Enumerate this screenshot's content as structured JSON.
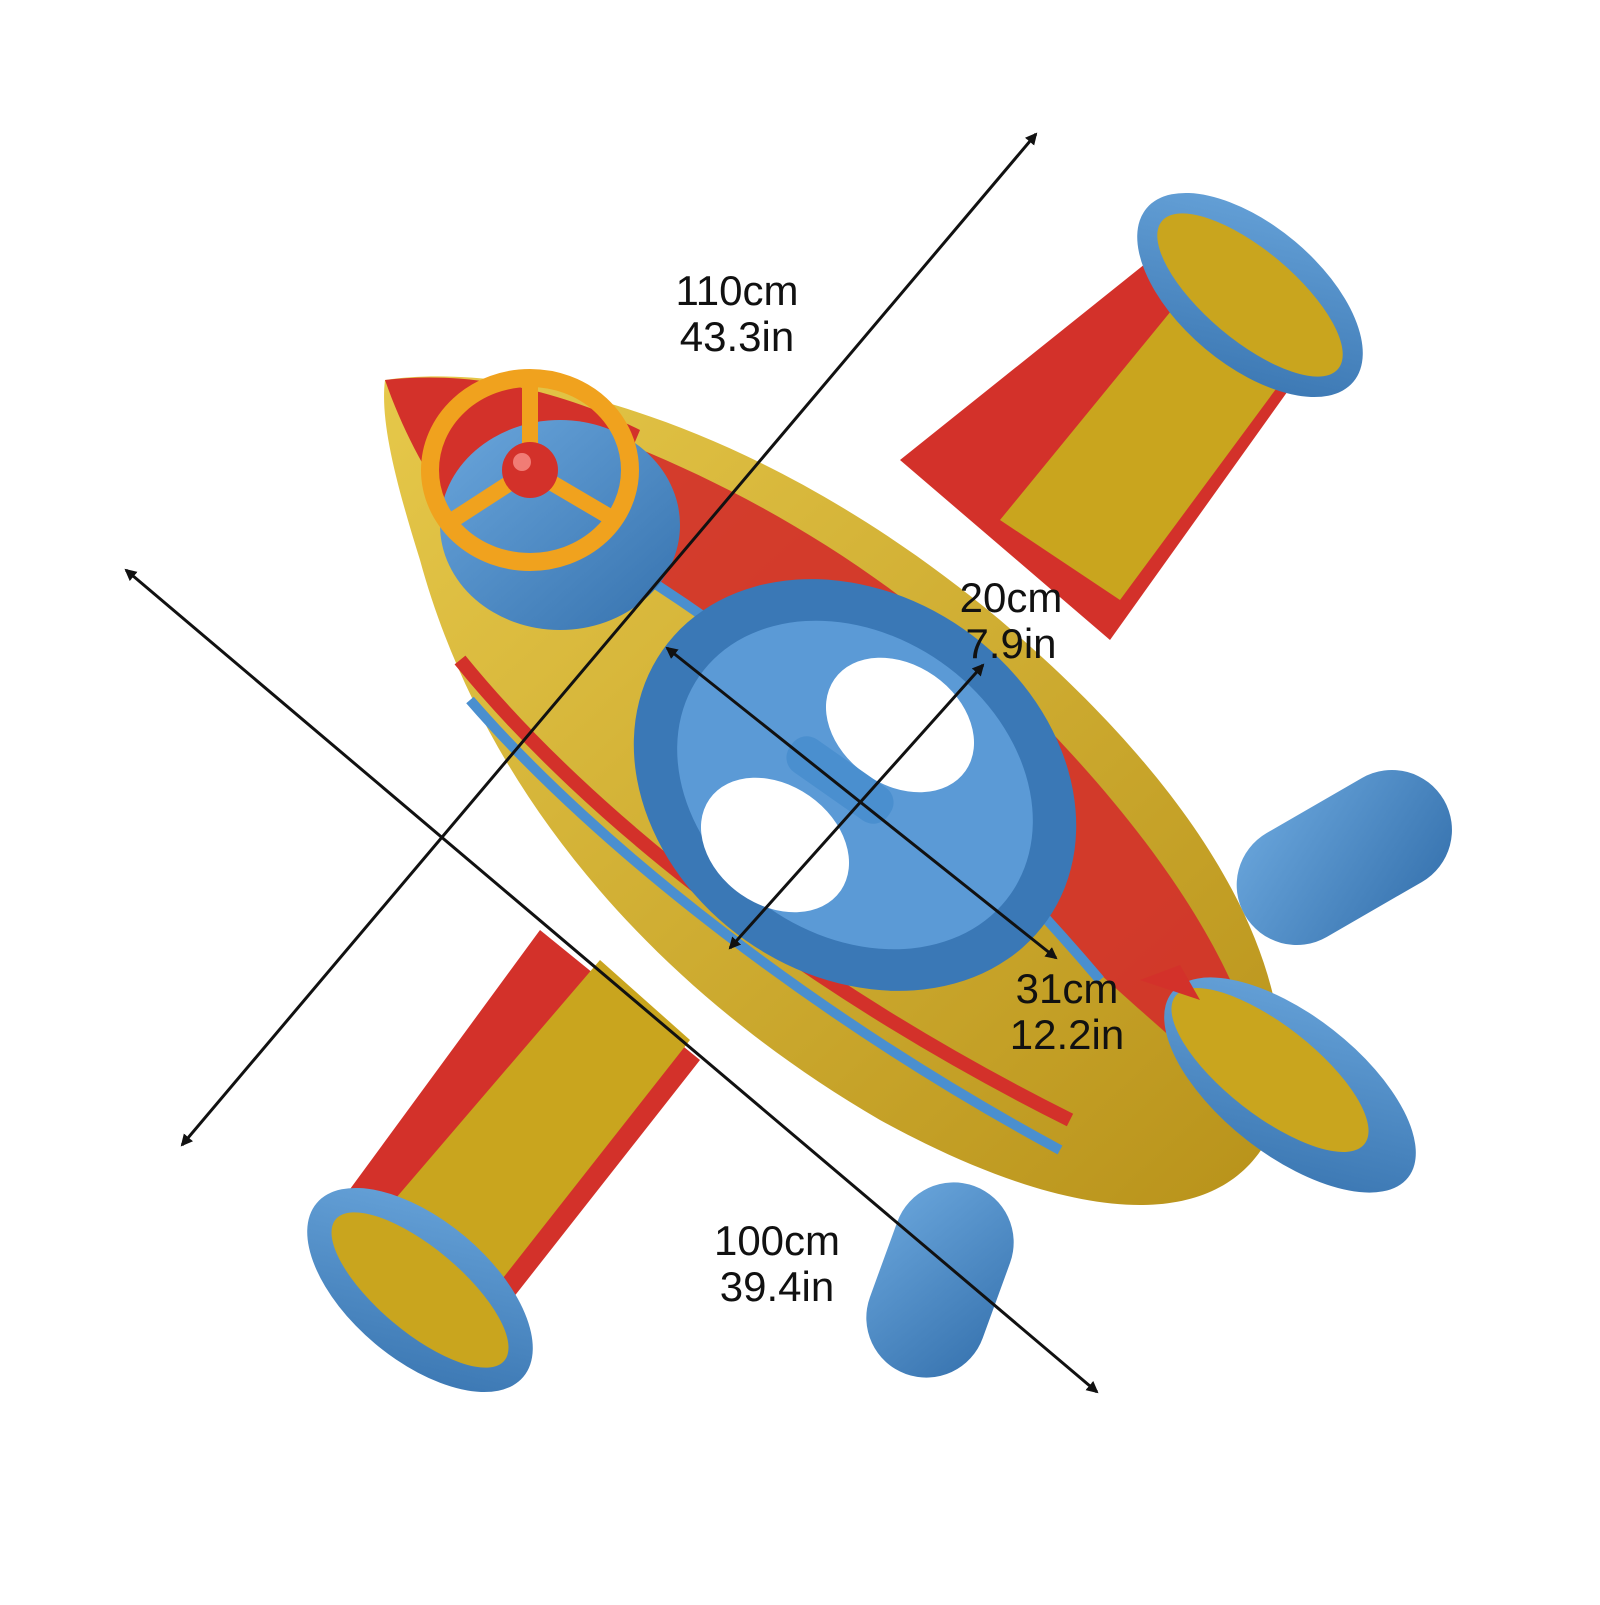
{
  "product": {
    "icon": "airplane-float-illustration"
  },
  "colors": {
    "gold": "#c9a51e",
    "gold_light": "#e3c33a",
    "red": "#d3312a",
    "blue": "#4a8fcf",
    "blue_dark": "#3a78b6",
    "orange": "#f0a21e",
    "arrow": "#111111"
  },
  "dimensions": {
    "wingspan": {
      "cm": "110cm",
      "in": "43.3in"
    },
    "length": {
      "cm": "100cm",
      "in": "39.4in"
    },
    "seat_width": {
      "cm": "20cm",
      "in": "7.9in"
    },
    "seat_length": {
      "cm": "31cm",
      "in": "12.2in"
    }
  }
}
